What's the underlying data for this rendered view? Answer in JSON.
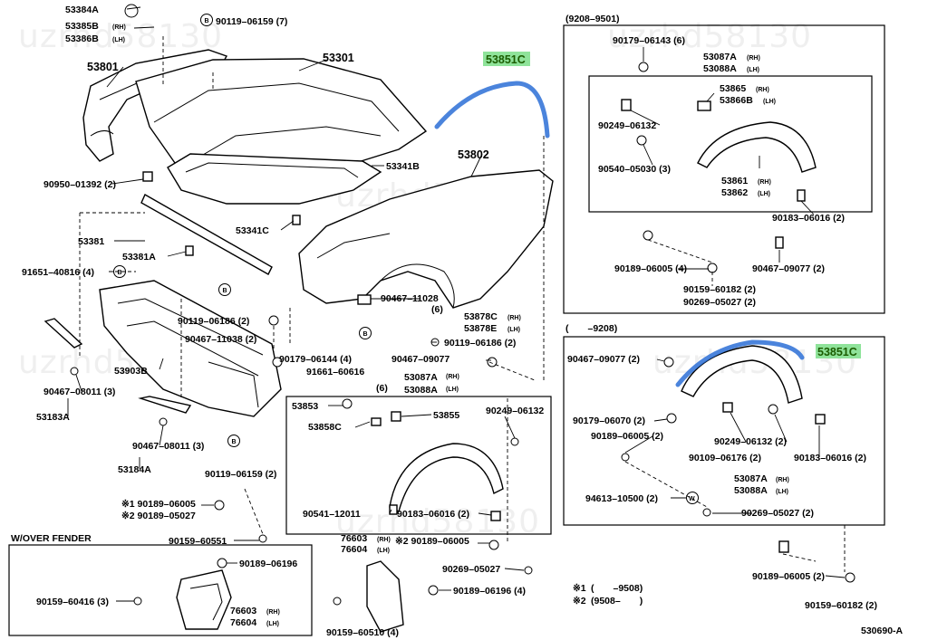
{
  "watermark": "uzrhd58130",
  "diagram_code": "530690-A",
  "highlight": {
    "label": "53851C",
    "box_color": "#8fe39a",
    "line_color": "#2c6fd6"
  },
  "boxes": {
    "top_right_title": "(9208–9501)",
    "mid_right_title": "(　　–9208)",
    "bottom_left_title": "W/OVER FENDER"
  },
  "legend": {
    "mark1": "※1",
    "mark1_range": "(　　–9508)",
    "mark2": "※2",
    "mark2_range": "(9508–　　)"
  },
  "labels": {
    "p53384A": "53384A",
    "p53385B": "53385B",
    "p53386B": "53386B",
    "rh": "(RH)",
    "lh": "(LH)",
    "p90119_06159_7": "90119–06159 (7)",
    "p53801": "53801",
    "p53301": "53301",
    "p90950_01392": "90950–01392 (2)",
    "p53341B": "53341B",
    "p53802": "53802",
    "p53381": "53381",
    "p53381A": "53381A",
    "p53341C": "53341C",
    "p91651_40816": "91651–40816 (4)",
    "p90119_06186_a": "90119–06186 (2)",
    "p90467_11038": "90467–11038 (2)",
    "p90467_11028": "90467–11028",
    "qty6": "(6)",
    "p53878C": "53878C",
    "p53878E": "53878E",
    "p90119_06186_b": "90119–06186 (2)",
    "p90467_09077_a": "90467–09077",
    "p53903B": "53903B",
    "p90179_06144": "90179–06144 (4)",
    "p91661_60616": "91661–60616",
    "p53087A_a": "53087A",
    "p53088A_a": "53088A",
    "p90467_08011_a": "90467–08011 (3)",
    "p53183A": "53183A",
    "p90467_08011_b": "90467–08011 (3)",
    "p53184A": "53184A",
    "p90119_06159_b": "90119–06159 (2)",
    "p53853": "53853",
    "p53855": "53855",
    "p53858C": "53858C",
    "p90249_06132_a": "90249–06132",
    "p90541_12011": "90541–12011",
    "p90183_06016_a": "90183–06016 (2)",
    "p90189_06005_1": "※1 90189–06005",
    "p90189_05027_2": "※2 90189–05027",
    "p90159_60551": "90159–60551",
    "p76603_a": "76603",
    "p76604_a": "76604",
    "p90189_06005_2b": "※2 90189–06005",
    "p90269_05027": "90269–05027",
    "p90189_06196_a": "90189–06196",
    "p90159_60416": "90159–60416 (3)",
    "p76603_b": "76603",
    "p76604_b": "76604",
    "p90159_60510": "90159–60510 (4)",
    "p90189_06196_b": "90189–06196 (4)",
    "p90179_06143": "90179–06143 (6)",
    "p53087A_b": "53087A",
    "p53088A_b": "53088A",
    "p53865": "53865",
    "p53866B": "53866B",
    "p90249_06132_b": "90249–06132",
    "p90540_05030": "90540–05030 (3)",
    "p53861": "53861",
    "p53862": "53862",
    "p90183_06016_b": "90183–06016 (2)",
    "p90189_06005_4": "90189–06005 (4)",
    "p90467_09077_b": "90467–09077 (2)",
    "p90159_60182_a": "90159–60182 (2)",
    "p90269_05027_a": "90269–05027 (2)",
    "p90467_09077_c": "90467–09077 (2)",
    "p90179_06070": "90179–06070 (2)",
    "p90189_06005_c": "90189–06005 (2)",
    "p90249_06132_c": "90249–06132 (2)",
    "p90109_06176": "90109–06176 (2)",
    "p90183_06016_c": "90183–06016 (2)",
    "p53087A_c": "53087A",
    "p53088A_c": "53088A",
    "p94613_10500": "94613–10500 (2)",
    "p90269_05027_b": "90269–05027 (2)",
    "p90189_06005_d": "90189–06005 (2)",
    "p90159_60182_b": "90159–60182 (2)",
    "circle_b": "B",
    "circle_w": "W"
  }
}
